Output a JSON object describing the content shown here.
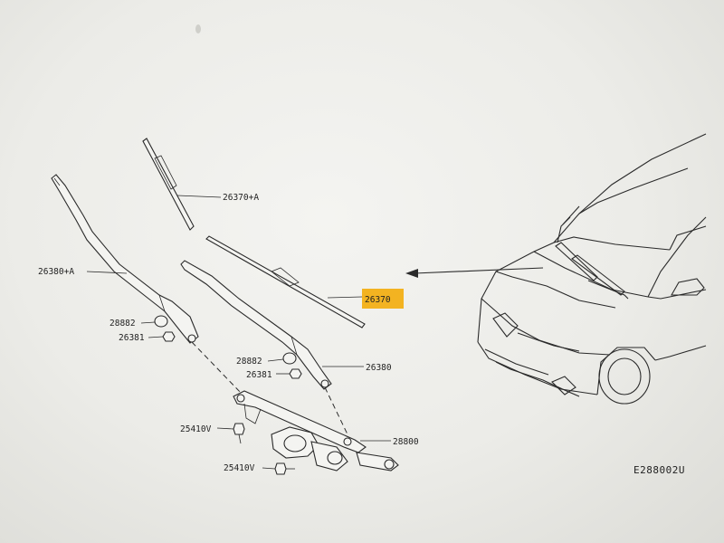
{
  "diagram": {
    "code": "E288002U",
    "labels": {
      "blade_rh": "26370+A",
      "arm_rh": "26380+A",
      "blade_lh": "26370",
      "cap_1": "28882",
      "nut_1": "26381",
      "cap_2": "28882",
      "nut_2": "26381",
      "arm_lh": "26380",
      "bolt_1": "25410V",
      "linkage": "28800",
      "bolt_2": "25410V"
    },
    "highlight_color": "#f3b321"
  }
}
